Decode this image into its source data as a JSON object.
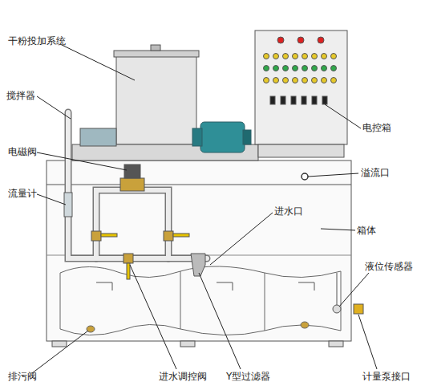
{
  "diagram": {
    "labels": [
      "干粉投加系统",
      "搅拌器",
      "电磁阀",
      "流量计",
      "电控箱",
      "溢流口",
      "箱体",
      "进水口",
      "液位传感器",
      "排污阀",
      "进水调控阀",
      "Y型过滤器",
      "计量泵接口"
    ]
  }
}
